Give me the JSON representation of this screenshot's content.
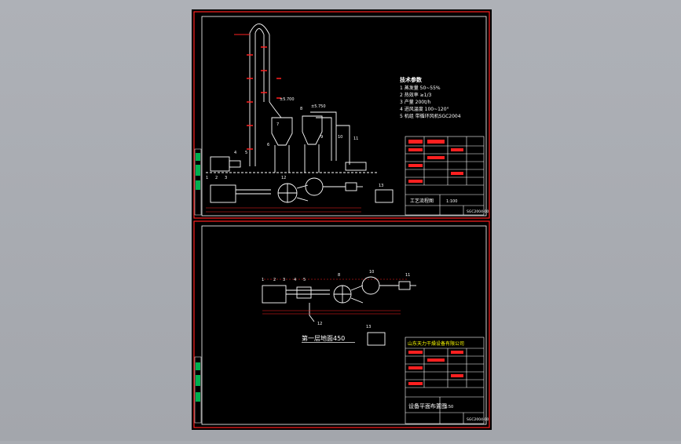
{
  "colors": {
    "viewport_bg": "#a9acb2",
    "sheet_bg": "#000000",
    "border": "#ff2020",
    "line": "#ffffff",
    "accent": "#ff2020",
    "tag": "#00ff66",
    "block": "#ffff00"
  },
  "sheet1": {
    "specs_title": "技术参数",
    "specs": [
      "1  蒸发量  50~55%",
      "2  热效率  ≥1/3",
      "3  产量  200t/h",
      "4  进风温度  100~120°",
      "5  机组  带循环风机SGC2004"
    ],
    "level_labels": [
      "±5.700",
      "±5.750"
    ],
    "balloons": [
      "1",
      "2",
      "3",
      "4",
      "5",
      "6",
      "7",
      "8",
      "9",
      "10",
      "11",
      "12",
      "13"
    ],
    "title_block": {
      "name": "工艺流程图",
      "scale": "1:100",
      "code": "SGC2004-00"
    }
  },
  "sheet2": {
    "note": "第一层地面450",
    "balloons": [
      "1",
      "2",
      "3",
      "4",
      "5",
      "8",
      "10",
      "11",
      "12",
      "13"
    ],
    "title_block": {
      "company": "山东天力干燥设备有限公司",
      "name": "设备平面布置图",
      "scale": "1:50",
      "code": "SGC2004-00"
    }
  }
}
